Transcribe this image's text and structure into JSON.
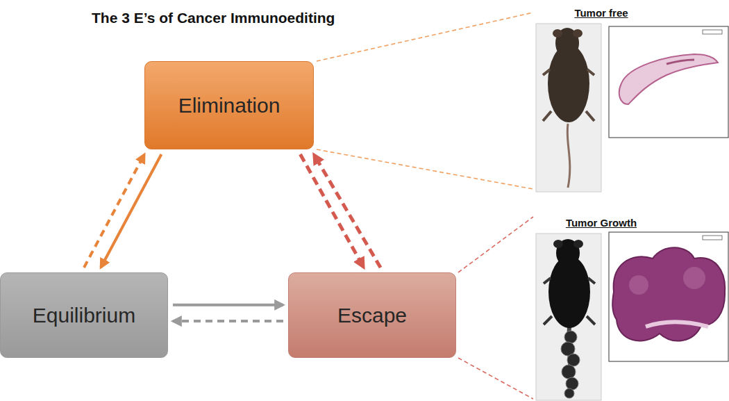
{
  "diagram": {
    "title": "The 3 E’s of Cancer Immunoediting",
    "nodes": [
      {
        "text": [
          "Elimination"
        ]
      },
      {
        "text": [
          "Equilibrium"
        ]
      },
      {
        "text": [
          "Escape"
        ]
      }
    ],
    "edges": [
      {
        "from": 1,
        "to": 0,
        "arrow": "to"
      },
      {
        "from": 0,
        "to": 1,
        "arrow": "to"
      },
      {
        "from": 0,
        "to": 2,
        "arrow": "to"
      },
      {
        "from": 2,
        "to": 0,
        "arrow": "to"
      },
      {
        "from": 1,
        "to": 2,
        "arrow": "to"
      },
      {
        "from": 2,
        "to": 1,
        "arrow": "to"
      }
    ],
    "labels": [
      "Tumor free",
      "Tumor Growth"
    ]
  }
}
